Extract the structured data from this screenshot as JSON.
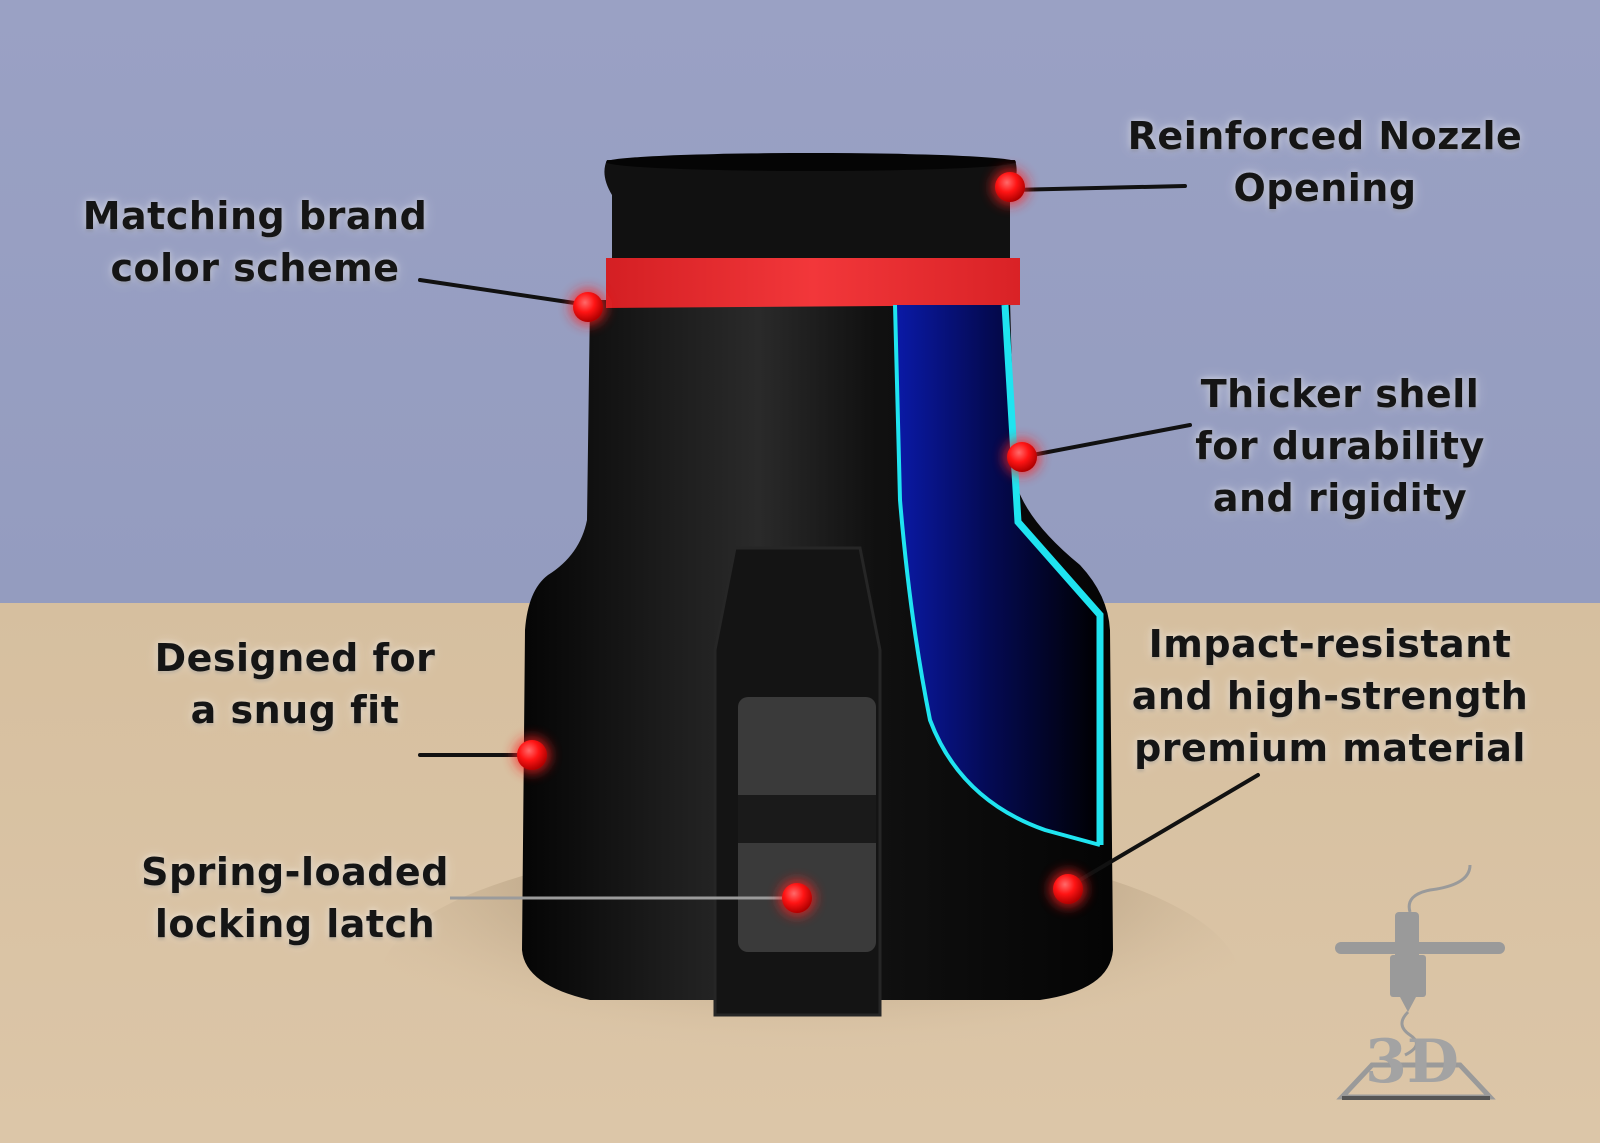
{
  "colors": {
    "wall": "#9ba3c3",
    "table": "#d9c3a5",
    "nozzle_body": "#0b0b0b",
    "brand_band": "#e8262a",
    "cutaway_fill": "#000c66",
    "cutaway_edge": "#1fe4f0",
    "marker": "#ff1414",
    "logo": "#9b9b9b"
  },
  "callouts": {
    "reinforced": {
      "lines": [
        "Reinforced Nozzle",
        "Opening"
      ]
    },
    "brand": {
      "lines": [
        "Matching brand",
        "color scheme"
      ]
    },
    "shell": {
      "lines": [
        "Thicker shell",
        "for durability",
        "and rigidity"
      ]
    },
    "fit": {
      "lines": [
        "Designed for",
        "a snug fit"
      ]
    },
    "material": {
      "lines": [
        "Impact-resistant",
        "and high-strength",
        "premium material"
      ]
    },
    "latch": {
      "lines": [
        "Spring-loaded",
        "locking latch"
      ]
    }
  },
  "logo": {
    "text": "3D",
    "icon": "3d-printer-icon"
  }
}
